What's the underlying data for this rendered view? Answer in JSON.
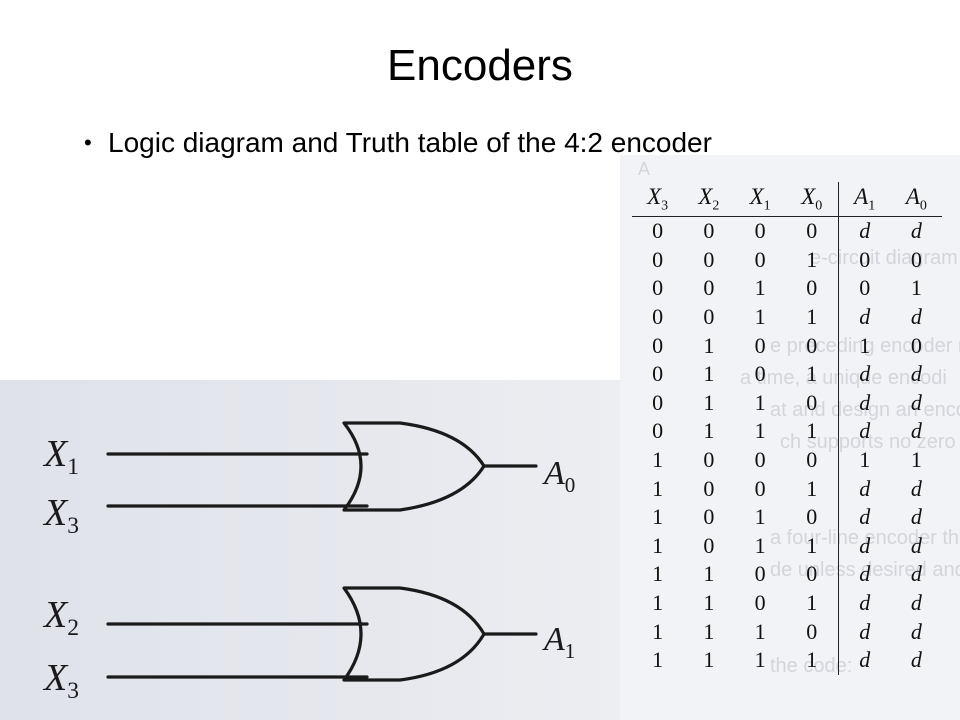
{
  "slide": {
    "title": "Encoders",
    "bullet": "Logic diagram and Truth table of the 4:2 encoder"
  },
  "logic_diagram": {
    "gate_top": {
      "inputs": [
        "X1",
        "X3"
      ],
      "output": "A0"
    },
    "gate_bottom": {
      "inputs": [
        "X2",
        "X3"
      ],
      "output": "A1"
    }
  },
  "truth_table": {
    "headers": [
      {
        "var": "X",
        "sub": "3"
      },
      {
        "var": "X",
        "sub": "2"
      },
      {
        "var": "X",
        "sub": "1"
      },
      {
        "var": "X",
        "sub": "0"
      },
      {
        "var": "A",
        "sub": "1"
      },
      {
        "var": "A",
        "sub": "0"
      }
    ],
    "rows": [
      [
        "0",
        "0",
        "0",
        "0",
        "d",
        "d"
      ],
      [
        "0",
        "0",
        "0",
        "1",
        "0",
        "0"
      ],
      [
        "0",
        "0",
        "1",
        "0",
        "0",
        "1"
      ],
      [
        "0",
        "0",
        "1",
        "1",
        "d",
        "d"
      ],
      [
        "0",
        "1",
        "0",
        "0",
        "1",
        "0"
      ],
      [
        "0",
        "1",
        "0",
        "1",
        "d",
        "d"
      ],
      [
        "0",
        "1",
        "1",
        "0",
        "d",
        "d"
      ],
      [
        "0",
        "1",
        "1",
        "1",
        "d",
        "d"
      ],
      [
        "1",
        "0",
        "0",
        "0",
        "1",
        "1"
      ],
      [
        "1",
        "0",
        "0",
        "1",
        "d",
        "d"
      ],
      [
        "1",
        "0",
        "1",
        "0",
        "d",
        "d"
      ],
      [
        "1",
        "0",
        "1",
        "1",
        "d",
        "d"
      ],
      [
        "1",
        "1",
        "0",
        "0",
        "d",
        "d"
      ],
      [
        "1",
        "1",
        "0",
        "1",
        "d",
        "d"
      ],
      [
        "1",
        "1",
        "1",
        "0",
        "d",
        "d"
      ],
      [
        "1",
        "1",
        "1",
        "1",
        "d",
        "d"
      ]
    ]
  },
  "colors": {
    "ink": "#1a1a1a",
    "panel_bg": "#e3e5ec",
    "table_bg": "#f2f3f6"
  }
}
